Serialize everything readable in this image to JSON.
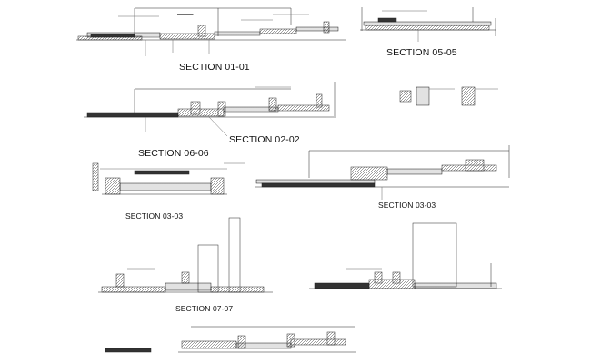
{
  "sheet": {
    "title_0101": "SECTION 01-01",
    "title_0505": "SECTION 05-05",
    "title_0202": "SECTION 02-02",
    "title_0606": "SECTION 06-06",
    "title_0303a": "SECTION 03-03",
    "title_0303b": "SECTION 03-03",
    "title_0707": "SECTION 07-07"
  },
  "colors": {
    "ink": "#222222",
    "hatch": "#555555",
    "leader": "#666666"
  }
}
